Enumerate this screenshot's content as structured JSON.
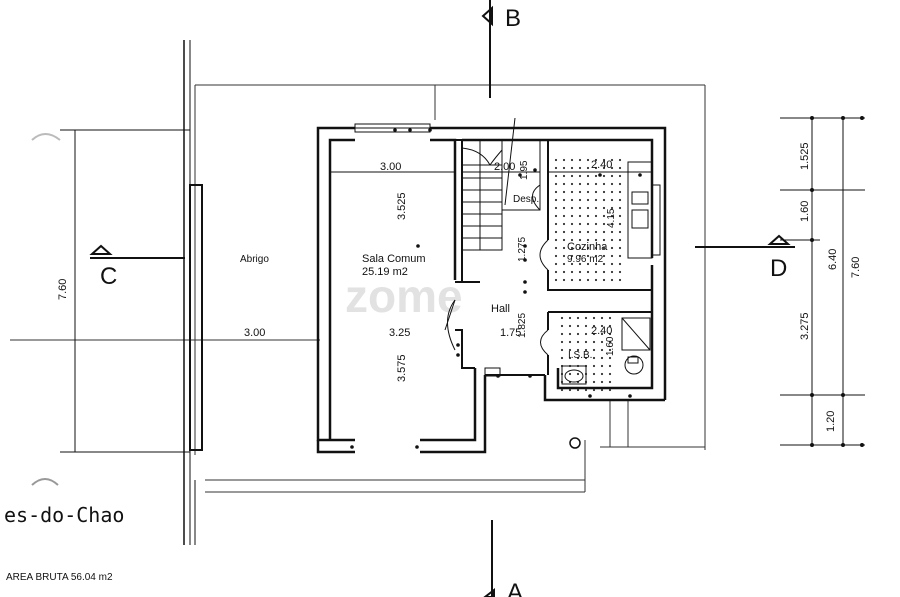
{
  "plan": {
    "section_markers": {
      "b": "B",
      "c": "C",
      "d": "D",
      "a": "A"
    },
    "rooms": {
      "abrigo": "Abrigo",
      "sala_name": "Sala Comum",
      "sala_area": "25.19 m2",
      "cozinha_name": "Cozinha",
      "cozinha_area": "9.96 m2",
      "desp": "Desp.",
      "hall": "Hall",
      "isb": "I.S.B."
    },
    "dimensions": {
      "sala_top_width": "3.00",
      "sala_mid_width": "3.25",
      "abrigo_width": "3.00",
      "sala_upper_depth": "3.525",
      "sala_lower_depth": "3.575",
      "desp_width": "2.00",
      "desp_depth": "1.95",
      "stair_run": "1.275",
      "hall_width": "1.75",
      "hall_depth": "1.825",
      "cozinha_width": "2.40",
      "cozinha_depth": "4.15",
      "isb_width": "2.40",
      "isb_depth": "1.60",
      "left_total": "7.60",
      "right_1": "1.525",
      "right_2": "1.60",
      "right_3": "3.275",
      "right_4": "1.20",
      "right_sub": "6.40",
      "right_total": "7.60"
    },
    "floor_title": "es-do-Chao",
    "area_note": "AREA BRUTA 56.04 m2",
    "watermark": "zome"
  }
}
